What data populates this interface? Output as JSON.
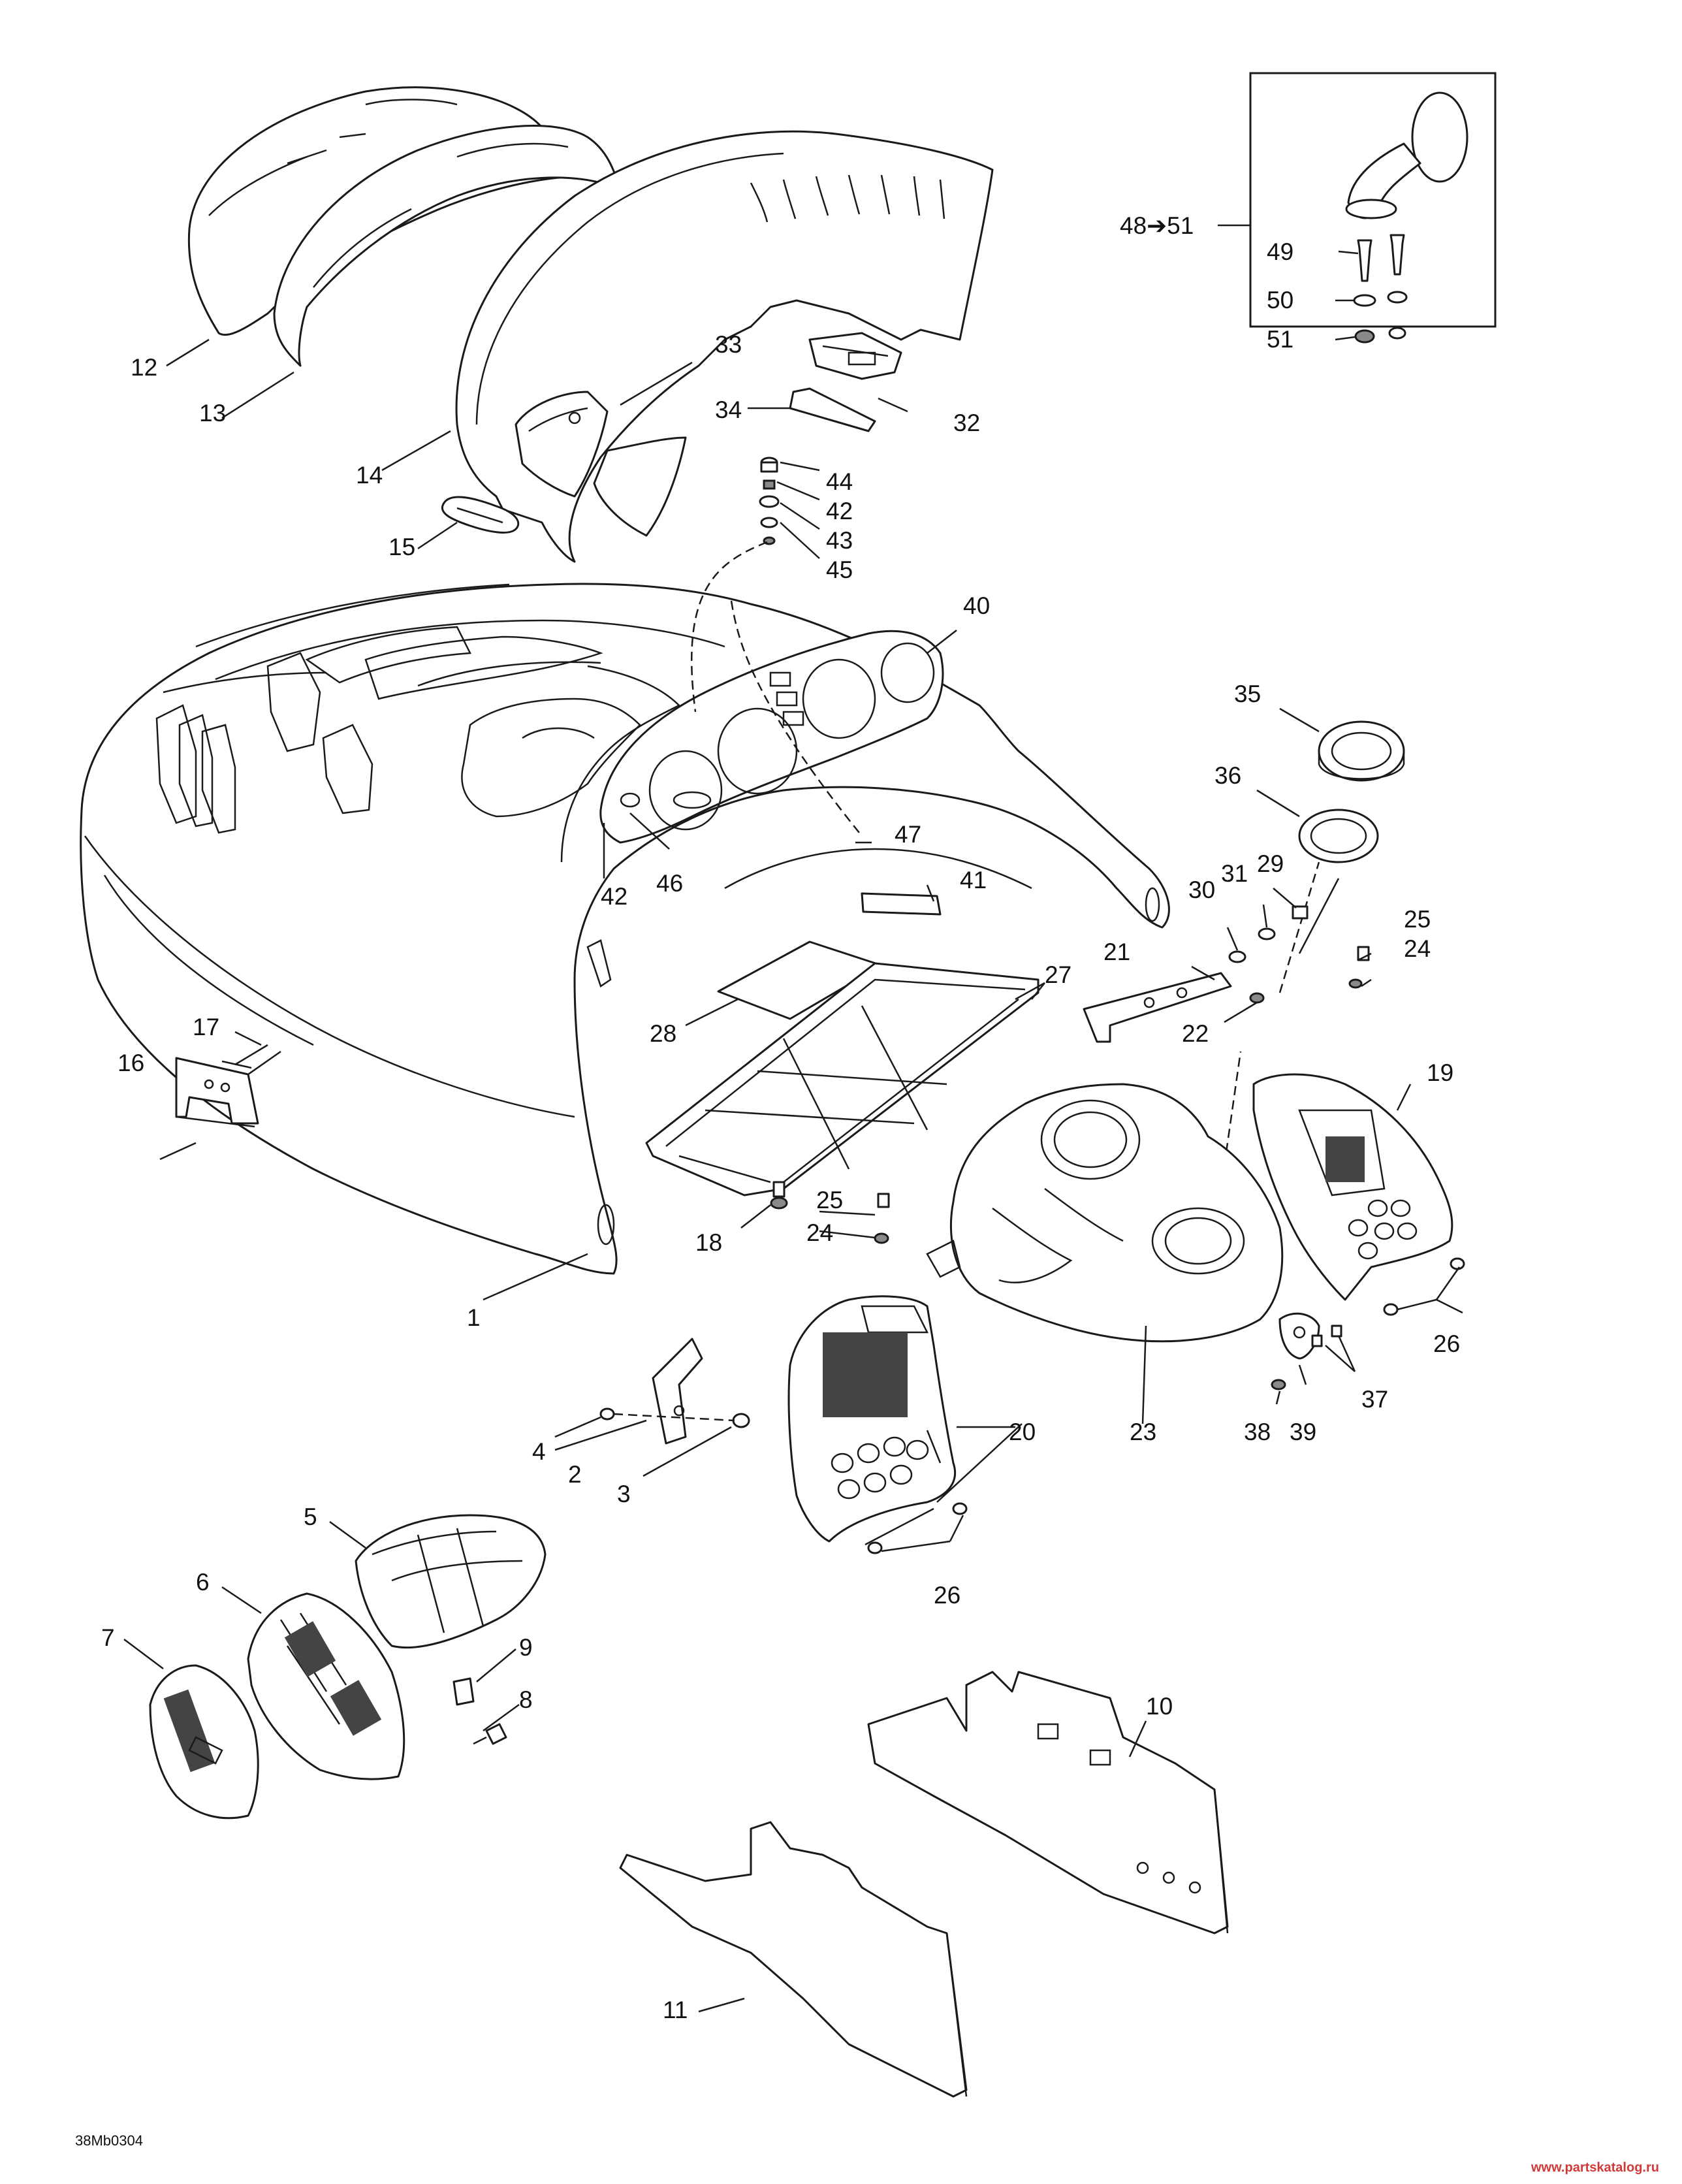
{
  "diagram": {
    "drawing_code": "38Mb0304",
    "watermark": "www.partskatalog.ru",
    "kit_range_label": "48➔51",
    "callouts": {
      "c1": "1",
      "c2": "2",
      "c3": "3",
      "c4": "4",
      "c5": "5",
      "c6": "6",
      "c7": "7",
      "c8": "8",
      "c9": "9",
      "c10": "10",
      "c11": "11",
      "c12": "12",
      "c13": "13",
      "c14": "14",
      "c15": "15",
      "c16": "16",
      "c17": "17",
      "c18": "18",
      "c19": "19",
      "c20": "20",
      "c21": "21",
      "c22": "22",
      "c23": "23",
      "c24a": "24",
      "c24b": "24",
      "c25a": "25",
      "c25b": "25",
      "c26a": "26",
      "c26b": "26",
      "c27": "27",
      "c28": "28",
      "c29": "29",
      "c30": "30",
      "c31": "31",
      "c32": "32",
      "c33": "33",
      "c34": "34",
      "c35": "35",
      "c36": "36",
      "c37": "37",
      "c38": "38",
      "c39": "39",
      "c40": "40",
      "c41": "41",
      "c42a": "42",
      "c42b": "42",
      "c43": "43",
      "c44": "44",
      "c45": "45",
      "c46": "46",
      "c47": "47",
      "c49": "49",
      "c50": "50",
      "c51": "51"
    }
  }
}
